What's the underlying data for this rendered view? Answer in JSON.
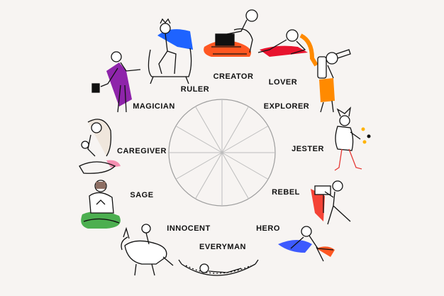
{
  "archetypes": [
    {
      "label": "CREATOR",
      "icon": "creator-with-laptop-icon",
      "accent": "#ff5722"
    },
    {
      "label": "LOVER",
      "icon": "lover-reclining-icon",
      "accent": "#e8132e"
    },
    {
      "label": "EXPLORER",
      "icon": "explorer-with-telescope-icon",
      "accent": "#ff8a00"
    },
    {
      "label": "JESTER",
      "icon": "jester-juggling-icon",
      "accent": "#ffb300"
    },
    {
      "label": "REBEL",
      "icon": "rebel-with-protest-sign-icon",
      "accent": "#f44336"
    },
    {
      "label": "HERO",
      "icon": "hero-flying-icon",
      "accent": "#3d5afe"
    },
    {
      "label": "EVERYMAN",
      "icon": "everyman-in-hammock-icon",
      "accent": "#000000"
    },
    {
      "label": "INNOCENT",
      "icon": "innocent-riding-unicorn-icon",
      "accent": "#ff4081"
    },
    {
      "label": "SAGE",
      "icon": "sage-meditating-icon",
      "accent": "#4caf50"
    },
    {
      "label": "CAREGIVER",
      "icon": "caregiver-with-child-icon",
      "accent": "#f48fb1"
    },
    {
      "label": "MAGICIAN",
      "icon": "magician-with-hat-icon",
      "accent": "#8e24aa"
    },
    {
      "label": "RULER",
      "icon": "ruler-on-throne-icon",
      "accent": "#1e63ff"
    }
  ],
  "wheel": {
    "segments": 12,
    "stroke": "#9e9e9e"
  }
}
